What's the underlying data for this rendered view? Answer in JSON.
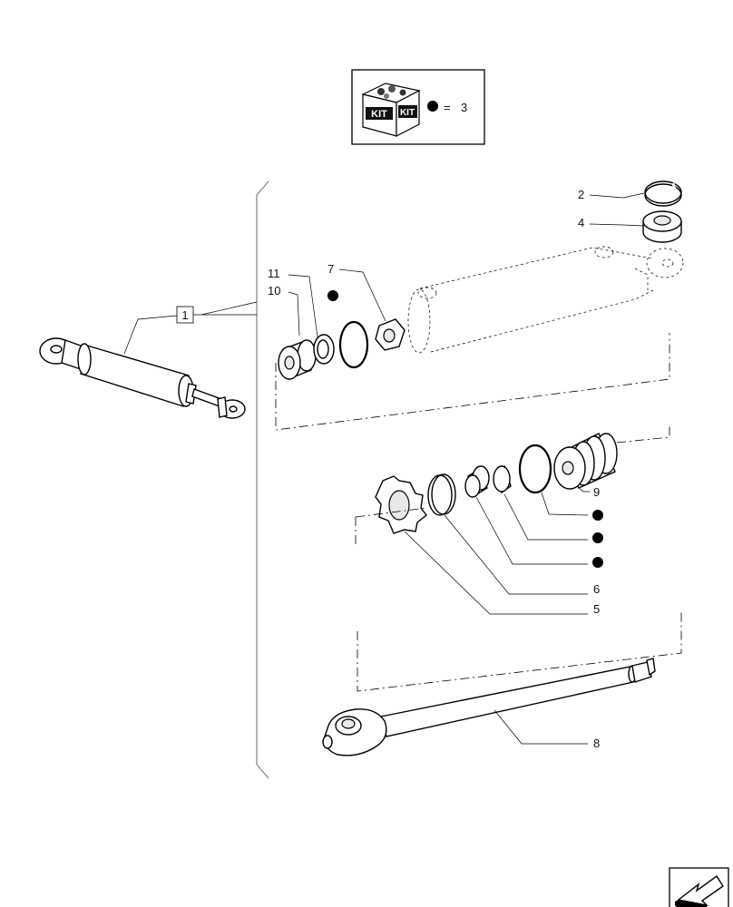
{
  "kit_legend": {
    "kit_text_left": "KIT",
    "kit_text_right": "KIT",
    "equals": "=",
    "value": "3"
  },
  "callouts": {
    "c1": "1",
    "c2": "2",
    "c4": "4",
    "c5": "5",
    "c6": "6",
    "c7": "7",
    "c8": "8",
    "c9": "9",
    "c10": "10",
    "c11": "11"
  }
}
